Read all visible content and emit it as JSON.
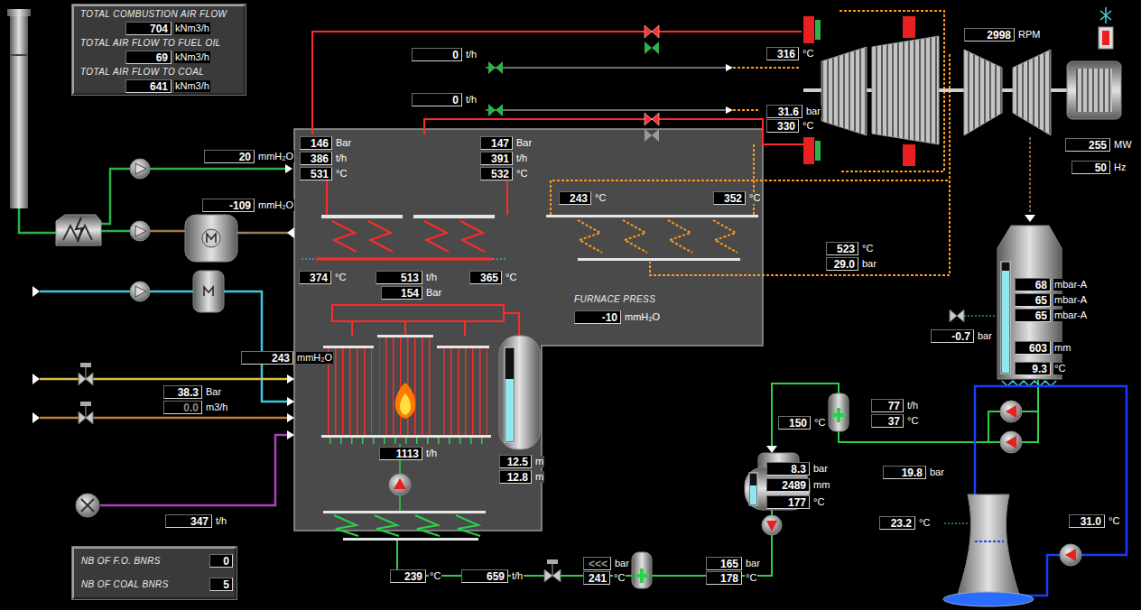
{
  "diagram": {
    "nodes": [
      {
        "text": [
          "TOTAL COMBUSTION AIR FLOW",
          "TOTAL AIR FLOW TO FUEL OIL",
          "TOTAL AIR FLOW TO COAL"
        ]
      },
      {
        "text": [
          "704",
          "kNm3/h"
        ],
        "in": 0
      },
      {
        "text": [
          "69",
          "kNm3/h"
        ],
        "in": 0
      },
      {
        "text": [
          "641",
          "kNm3/h"
        ],
        "in": 0
      },
      {
        "text": [
          "2998",
          "RPM"
        ]
      },
      {
        "text": [
          "0",
          "t/h"
        ]
      },
      {
        "text": [
          "316",
          "°C"
        ]
      },
      {
        "text": [
          "0",
          "t/h"
        ]
      },
      {
        "text": [
          "31.6",
          "bar"
        ]
      },
      {
        "text": [
          "330",
          "°C"
        ]
      },
      {
        "text": [
          "146",
          "Bar"
        ]
      },
      {
        "text": [
          "386",
          "t/h"
        ]
      },
      {
        "text": [
          "531",
          "°C"
        ]
      },
      {
        "text": [
          "147",
          "Bar"
        ]
      },
      {
        "text": [
          "391",
          "t/h"
        ]
      },
      {
        "text": [
          "532",
          "°C"
        ]
      },
      {
        "text": [
          "255",
          "MW"
        ]
      },
      {
        "text": [
          "50",
          "Hz"
        ]
      },
      {
        "text": [
          "20",
          "mmH₂O"
        ]
      },
      {
        "text": [
          "243",
          "°C"
        ]
      },
      {
        "text": [
          "352",
          "°C"
        ]
      },
      {
        "text": [
          "-109",
          "mmH₂O"
        ]
      },
      {
        "text": [
          "523",
          "°C"
        ]
      },
      {
        "text": [
          "29.0",
          "bar"
        ]
      },
      {
        "text": [
          "374",
          "°C"
        ]
      },
      {
        "text": [
          "513",
          "t/h"
        ]
      },
      {
        "text": [
          "365",
          "°C"
        ]
      },
      {
        "text": [
          "154",
          "Bar"
        ]
      },
      {
        "text": [
          "68",
          "mbar-A"
        ]
      },
      {
        "text": [
          "65",
          "mbar-A"
        ]
      },
      {
        "text": [
          "65",
          "mbar-A"
        ]
      },
      {
        "text": [
          "FURNACE PRESS",
          "-10",
          "mmH₂O"
        ]
      },
      {
        "text": [
          "-0.7",
          "bar"
        ]
      },
      {
        "text": [
          "603",
          "mm"
        ]
      },
      {
        "text": [
          "243",
          "mmH₂O"
        ]
      },
      {
        "text": [
          "9.3",
          "°C"
        ]
      },
      {
        "text": [
          "38.3",
          "Bar"
        ]
      },
      {
        "text": [
          "0.0",
          "m3/h"
        ]
      },
      {
        "text": [
          "77",
          "t/h"
        ]
      },
      {
        "text": [
          "37",
          "°C"
        ]
      },
      {
        "text": [
          "150",
          "°C"
        ]
      },
      {
        "text": [
          "1113",
          "t/h"
        ]
      },
      {
        "text": [
          "12.5",
          "m"
        ]
      },
      {
        "text": [
          "12.8",
          "m"
        ]
      },
      {
        "text": [
          "8.3",
          "bar"
        ]
      },
      {
        "text": [
          "19.8",
          "bar"
        ]
      },
      {
        "text": [
          "2489",
          "mm"
        ]
      },
      {
        "text": [
          "177",
          "°C"
        ]
      },
      {
        "text": [
          "347",
          "t/h"
        ]
      },
      {
        "text": [
          "23.2",
          "°C"
        ]
      },
      {
        "text": [
          "31.0",
          "°C"
        ]
      },
      {
        "text": [
          "NB OF F.O. BNRS",
          "NB OF COAL BNRS"
        ]
      },
      {
        "text": [
          "0"
        ],
        "in": 51
      },
      {
        "text": [
          "5"
        ],
        "in": 51
      },
      {
        "text": [
          "<<<",
          "bar"
        ]
      },
      {
        "text": [
          "165",
          "bar"
        ]
      },
      {
        "text": [
          "239",
          "°C"
        ]
      },
      {
        "text": [
          "659",
          "t/h"
        ]
      },
      {
        "text": [
          "241",
          "°C"
        ]
      },
      {
        "text": [
          "178",
          "°C"
        ]
      }
    ]
  }
}
